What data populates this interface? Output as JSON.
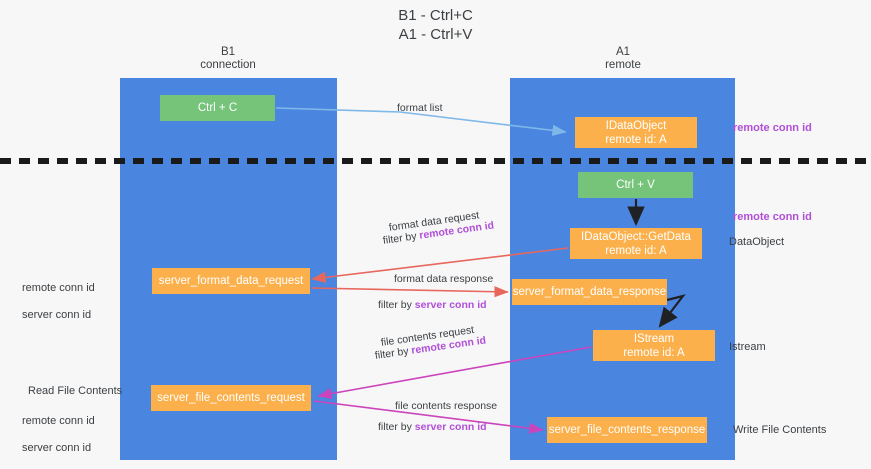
{
  "diagram": {
    "title": "B1 - Ctrl+C\nA1 - Ctrl+V",
    "lanes": [
      {
        "id": "b1",
        "label": "B1\nconnection"
      },
      {
        "id": "a1",
        "label": "A1\nremote"
      }
    ],
    "boxes": [
      {
        "id": "ctrl-c",
        "label": "Ctrl + C",
        "color": "#76c37a"
      },
      {
        "id": "idataobject",
        "label": "IDataObject\nremote id: A",
        "color": "#fbb04c"
      },
      {
        "id": "ctrl-v",
        "label": "Ctrl + V",
        "color": "#76c37a"
      },
      {
        "id": "idataobject-getdata",
        "label": "IDataObject::GetData\nremote id: A",
        "color": "#fbb04c"
      },
      {
        "id": "server-format-data-request",
        "label": "server_format_data_request",
        "color": "#fbb04c"
      },
      {
        "id": "server-format-data-response",
        "label": "server_format_data_response",
        "color": "#fbb04c"
      },
      {
        "id": "istream",
        "label": "IStream\nremote id: A",
        "color": "#fbb04c"
      },
      {
        "id": "server-file-contents-request",
        "label": "server_file_contents_request",
        "color": "#fbb04c"
      },
      {
        "id": "server-file-contents-response",
        "label": "server_file_contents_response",
        "color": "#fbb04c"
      }
    ],
    "edge_labels": {
      "format_list": "format list",
      "format_data_request": "format data request",
      "format_data_request_filter_prefix": "filter by ",
      "format_data_request_filter_key": "remote conn id",
      "format_data_response": "format data response",
      "format_data_response_filter_prefix": "filter by ",
      "format_data_response_filter_key": "server conn id",
      "file_contents_request": "file contents request",
      "file_contents_request_filter_prefix": "filter by ",
      "file_contents_request_filter_key": "remote conn id",
      "file_contents_response": "file contents response",
      "file_contents_response_filter_prefix": "filter by ",
      "file_contents_response_filter_key": "server conn id"
    },
    "annotations": {
      "right_remote_conn_id_top": "remote conn id",
      "right_remote_conn_id_mid": "remote conn id",
      "right_dataobject": "DataObject",
      "right_istream": "Istream",
      "right_write_file_contents": "Write File Contents",
      "left_remote_conn_id": "remote conn id",
      "left_server_conn_id": "server conn id",
      "left_read_file_contents": "Read File Contents",
      "left_remote_conn_id_2": "remote conn id",
      "left_server_conn_id_2": "server conn id"
    },
    "colors": {
      "lane": "#4a86e0",
      "green_box": "#76c37a",
      "orange_box": "#fbb04c",
      "purple_key": "#b14fd8",
      "green_key": "#7ac07a",
      "arrow_blue": "#7fb8e8",
      "arrow_red": "#e8675c",
      "arrow_magenta": "#cc44bb",
      "arrow_black": "#202124",
      "divider": "#1a1a1a",
      "background": "#f7f7f8"
    }
  }
}
